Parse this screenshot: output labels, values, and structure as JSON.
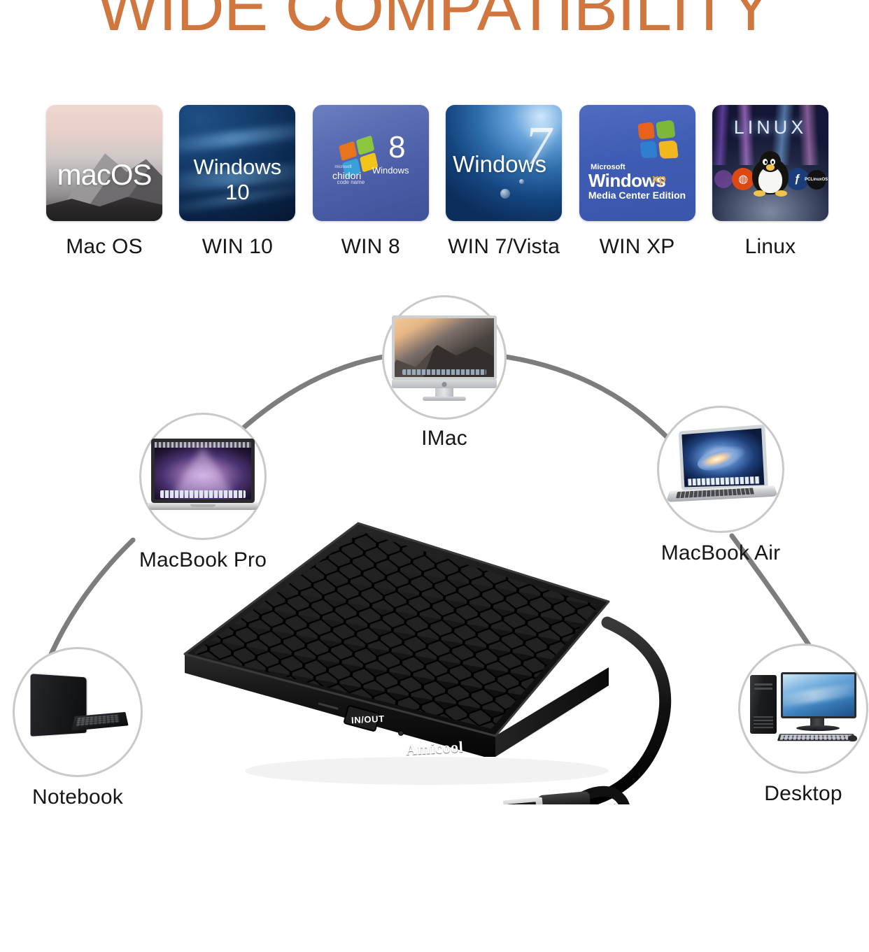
{
  "page": {
    "headline": "WIDE COMPATIBILITY",
    "headline_color": "#d0763f",
    "background_color": "#ffffff"
  },
  "os_compatibility": {
    "items": [
      {
        "label": "Mac OS",
        "tile_text": "macOS",
        "icon": "macos-tile-icon"
      },
      {
        "label": "WIN 10",
        "tile_text": "Windows 10",
        "icon": "windows-10-tile-icon"
      },
      {
        "label": "WIN 8",
        "tile_text": "8",
        "tile_sub": "Windows",
        "icon": "windows-8-tile-icon",
        "extra": {
          "ms": "microsoft",
          "codename": "chidori",
          "code_label": "code name"
        }
      },
      {
        "label": "WIN 7/Vista",
        "tile_text": "Windows",
        "tile_sub": "7",
        "icon": "windows-7-tile-icon"
      },
      {
        "label": "WIN XP",
        "tile_text": "Windows",
        "tile_sub": "xp",
        "icon": "windows-xp-tile-icon",
        "extra": {
          "ms": "Microsoft",
          "edition": "Media Center Edition"
        }
      },
      {
        "label": "Linux",
        "tile_text": "LINUX",
        "icon": "linux-tile-icon"
      }
    ]
  },
  "devices": {
    "imac": {
      "label": "IMac",
      "icon": "imac-icon"
    },
    "mbp": {
      "label": "MacBook Pro",
      "icon": "macbook-pro-icon"
    },
    "mba": {
      "label": "MacBook Air",
      "icon": "macbook-air-icon"
    },
    "notebook": {
      "label": "Notebook",
      "icon": "notebook-icon"
    },
    "desktop": {
      "label": "Desktop",
      "icon": "desktop-computer-icon"
    }
  },
  "product": {
    "brand": "Amicool",
    "eject_button_label": "IN/OUT",
    "body_color": "#151515",
    "accent_color": "#f2f2f2",
    "connectors": [
      "usb-a-connector",
      "usb-c-connector"
    ]
  },
  "connector_lines": {
    "color": "#7d7d7d",
    "circle_stroke": "#c9c9c9"
  }
}
